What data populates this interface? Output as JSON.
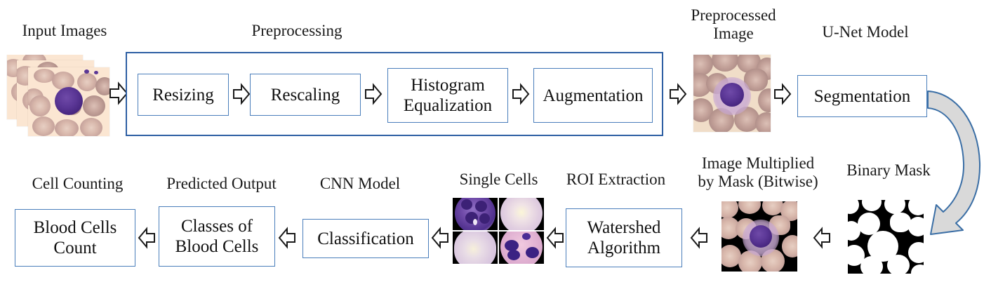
{
  "diagram": {
    "title": "Blood cell detection, segmentation and classification pipeline",
    "accent_box_color": "#4a7ebb",
    "accent_outer_color": "#2e5fa3",
    "arrow_outline_color": "#1a1a1a",
    "curved_arrow_fill": "#d9d9d9",
    "curved_arrow_stroke": "#3a6ea5"
  },
  "top_row": {
    "labels": {
      "input_images": "Input Images",
      "preprocessing": "Preprocessing",
      "preprocessed_image": "Preprocessed\nImage",
      "unet_model": "U-Net Model"
    },
    "preprocessing_steps": [
      {
        "id": "resizing",
        "label": "Resizing"
      },
      {
        "id": "rescaling",
        "label": "Rescaling"
      },
      {
        "id": "histogram-equalization",
        "label": "Histogram\nEqualization"
      },
      {
        "id": "augmentation",
        "label": "Augmentation"
      }
    ],
    "unet_box": {
      "id": "segmentation",
      "label": "Segmentation"
    },
    "images": {
      "input_stack": "blood-smear-image-stack",
      "preprocessed": "preprocessed-blood-smear-image"
    }
  },
  "bottom_row": {
    "labels": {
      "cell_counting": "Cell Counting",
      "predicted_output": "Predicted Output",
      "cnn_model": "CNN Model",
      "single_cells": "Single Cells",
      "roi_extraction": "ROI Extraction",
      "image_multiplied": "Image Multiplied\nby Mask (Bitwise)",
      "binary_mask": "Binary Mask"
    },
    "boxes": [
      {
        "id": "blood-cells-count",
        "label": "Blood Cells\nCount"
      },
      {
        "id": "classes-of-blood-cells",
        "label": "Classes of\nBlood Cells"
      },
      {
        "id": "classification",
        "label": "Classification"
      },
      {
        "id": "watershed-algorithm",
        "label": "Watershed\nAlgorithm"
      }
    ],
    "images": {
      "single_cells_grid": "single-cell-crops-grid",
      "masked_image": "image-multiplied-by-mask",
      "binary_mask": "binary-mask-image"
    }
  },
  "flow": {
    "direction_top": "left-to-right",
    "direction_bottom": "right-to-left",
    "connector": "curved-arrow-from-segmentation-to-binary-mask"
  }
}
